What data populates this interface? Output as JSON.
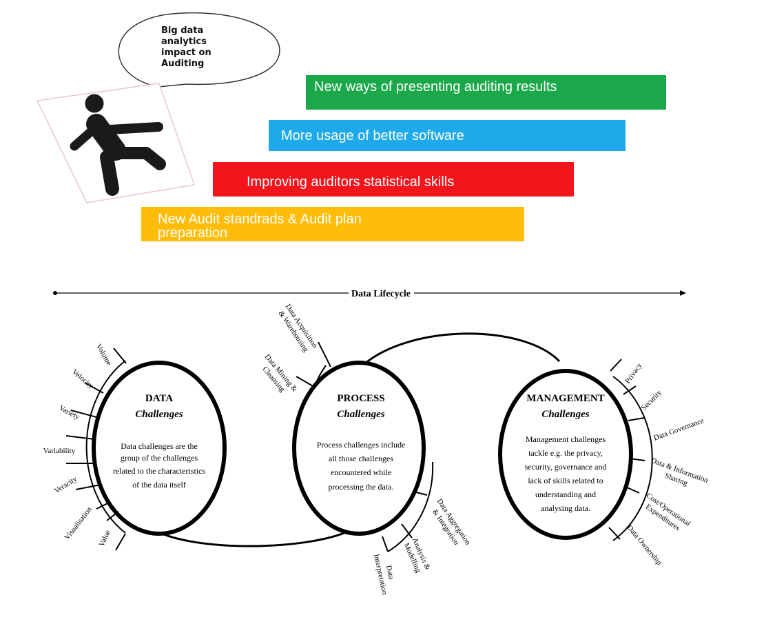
{
  "bubble": {
    "lines": [
      "Big data",
      "analytics",
      "impact on",
      "Auditing"
    ]
  },
  "impacts": [
    {
      "label": "New ways of presenting auditing results",
      "color": "#1aa84a"
    },
    {
      "label": "More usage of better software",
      "color": "#1ea9ea"
    },
    {
      "label": "Improving auditors statistical skills",
      "color": "#f3141c"
    },
    {
      "label_lines": [
        "New Audit standrads & Audit plan",
        "preparation"
      ],
      "color": "#ffbd0a"
    }
  ],
  "lifecycle": {
    "label": "Data Lifecycle",
    "data": {
      "title": "DATA",
      "subtitle": "Challenges",
      "description": [
        "Data challenges are the",
        "group of the challenges",
        "related to the characteristics",
        "of the data itself"
      ],
      "items": [
        "Volume",
        "Velocity",
        "Variety",
        "Variability",
        "Veracity",
        "Visualisation",
        "Value"
      ]
    },
    "process": {
      "title": "PROCESS",
      "subtitle": "Challenges",
      "description": [
        "Process challenges include",
        "all those challenges",
        "encountered while",
        "processing the data."
      ],
      "top_items": [
        {
          "lines": [
            "Data Acquisition",
            "& Warehousing"
          ]
        },
        {
          "lines": [
            "Data Mining &",
            "Cleansing"
          ]
        }
      ],
      "bottom_items": [
        {
          "lines": [
            "Data Aggregation",
            "& Integration"
          ]
        },
        {
          "lines": [
            "Analysis &",
            "Modelling"
          ]
        },
        {
          "lines": [
            "Data",
            "Interpretation"
          ]
        }
      ]
    },
    "management": {
      "title": "MANAGEMENT",
      "subtitle": "Challenges",
      "description": [
        "Management challenges",
        "tackle e.g. the privacy,",
        "security, governance and",
        "lack of skills related to",
        "understanding and",
        "analysing data."
      ],
      "items": [
        {
          "lines": [
            "Privacy"
          ]
        },
        {
          "lines": [
            "Security"
          ]
        },
        {
          "lines": [
            "Data Governance"
          ]
        },
        {
          "lines": [
            "Data & Information",
            "Sharing"
          ]
        },
        {
          "lines": [
            "Cost/Operational",
            "Expenditures"
          ]
        },
        {
          "lines": [
            "Data Ownership"
          ]
        }
      ]
    }
  }
}
